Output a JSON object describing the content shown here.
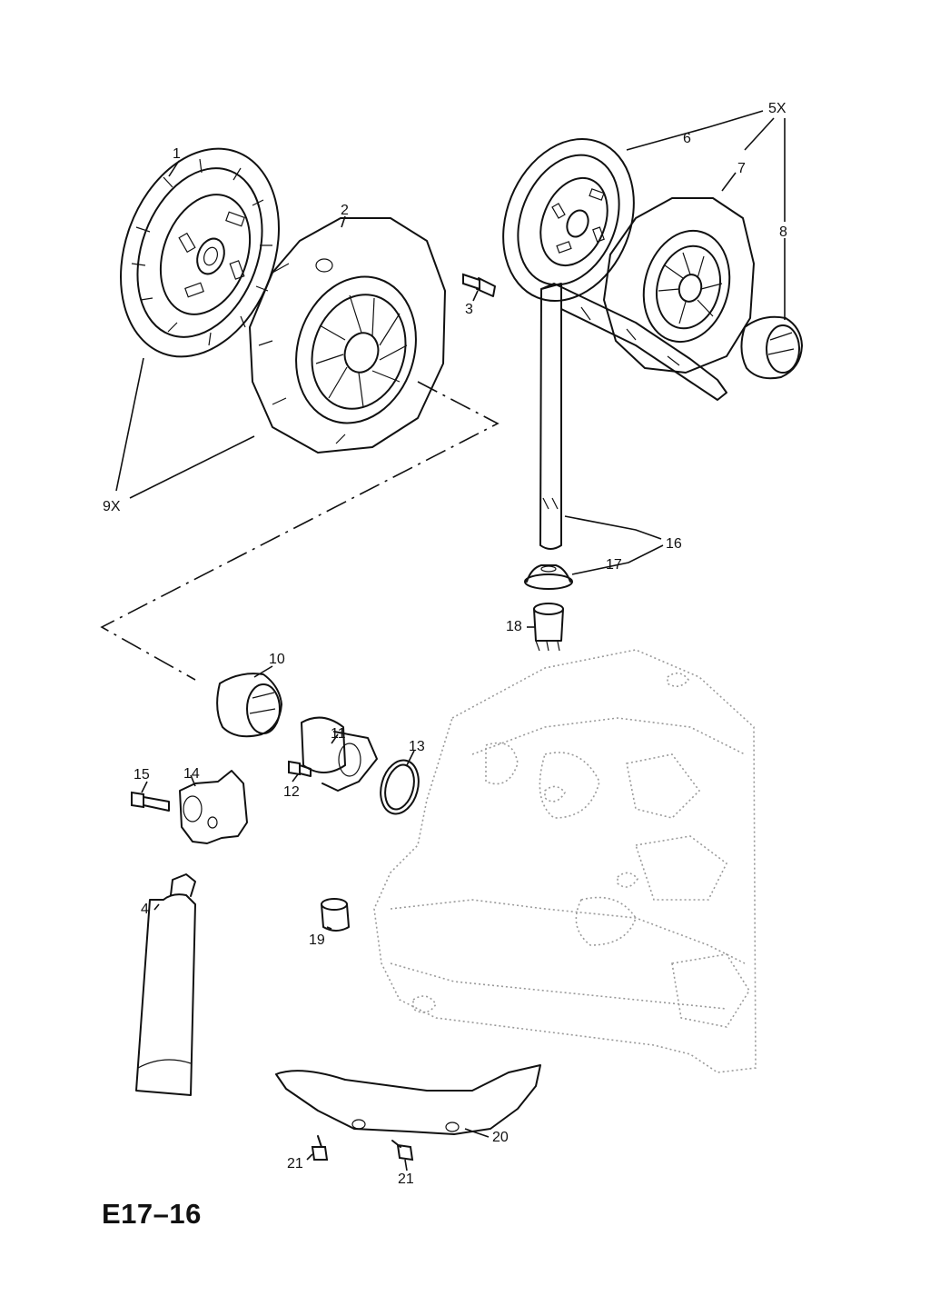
{
  "figure": {
    "code": "E17–16"
  },
  "callouts": {
    "c1": "1",
    "c2": "2",
    "c3": "3",
    "c4": "4",
    "c5x": "5X",
    "c6": "6",
    "c7": "7",
    "c8": "8",
    "c9x": "9X",
    "c10": "10",
    "c11": "11",
    "c12": "12",
    "c13": "13",
    "c14": "14",
    "c15": "15",
    "c16": "16",
    "c17": "17",
    "c18": "18",
    "c19": "19",
    "c20": "20",
    "c21a": "21",
    "c21b": "21"
  }
}
